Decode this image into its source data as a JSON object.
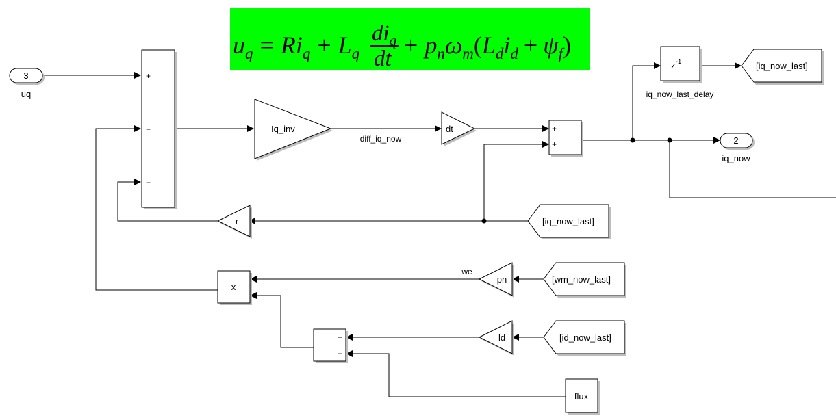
{
  "equation": {
    "lhs": "u",
    "lhs_sub": "q",
    "eq": "=",
    "R": "R",
    "i1": "i",
    "i1_sub": "q",
    "plus1": "+",
    "L": "L",
    "L_sub": "q",
    "num_d": "di",
    "num_sub": "q",
    "den": "dt",
    "plus2": "+",
    "p": "p",
    "p_sub": "n",
    "omega": "ω",
    "omega_sub": "m",
    "open": "(",
    "L2": "L",
    "L2_sub": "d",
    "i2": "i",
    "i2_sub": "d",
    "plus3": "+",
    "psi": "ψ",
    "psi_sub": "f",
    "close": ")",
    "bg_color": "#00ff00"
  },
  "ports": {
    "inport": {
      "number": "3",
      "label": "uq"
    },
    "outport": {
      "number": "2",
      "label": "iq_now"
    }
  },
  "sum_main": {
    "signs": [
      "+",
      "−",
      "−"
    ]
  },
  "gain_iq_inv": {
    "label": "Iq_inv"
  },
  "signal_diff": {
    "label": "diff_iq_now"
  },
  "gain_dt": {
    "label": "dt"
  },
  "sum_integrator": {
    "signs": [
      "+",
      "+"
    ]
  },
  "unit_delay": {
    "label": "z",
    "sup": "-1",
    "name": "iq_now_last_delay"
  },
  "goto_iq": {
    "label": "[iq_now_last]"
  },
  "from_iq": {
    "label": "[iq_now_last]"
  },
  "gain_r": {
    "label": "r"
  },
  "product": {
    "label": "x"
  },
  "signal_we": {
    "label": "we"
  },
  "gain_pn": {
    "label": "pn"
  },
  "from_wm": {
    "label": "[wm_now_last]"
  },
  "gain_ld": {
    "label": "ld"
  },
  "from_id": {
    "label": "[id_now_last]"
  },
  "sum_flux": {
    "signs": [
      "+",
      "+"
    ]
  },
  "const_flux": {
    "label": "flux"
  }
}
